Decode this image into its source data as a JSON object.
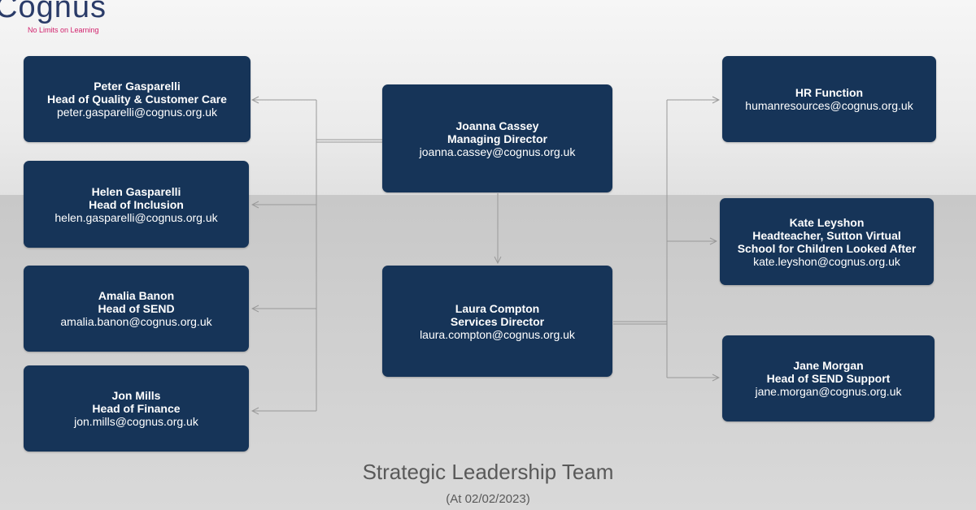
{
  "logo": {
    "name": "Cognus",
    "tagline": "No Limits on Learning"
  },
  "people": {
    "peter": {
      "name": "Peter Gasparelli",
      "role": "Head of Quality & Customer Care",
      "email": "peter.gasparelli@cognus.org.uk"
    },
    "helen": {
      "name": "Helen Gasparelli",
      "role": "Head of Inclusion",
      "email": "helen.gasparelli@cognus.org.uk"
    },
    "amalia": {
      "name": "Amalia Banon",
      "role": "Head of SEND",
      "email": "amalia.banon@cognus.org.uk"
    },
    "jon": {
      "name": "Jon Mills",
      "role": "Head of Finance",
      "email": "jon.mills@cognus.org.uk"
    },
    "joanna": {
      "name": "Joanna Cassey",
      "role": "Managing Director",
      "email": "joanna.cassey@cognus.org.uk"
    },
    "laura": {
      "name": "Laura Compton",
      "role": "Services Director",
      "email": "laura.compton@cognus.org.uk"
    },
    "hr": {
      "name": "HR Function",
      "email": "humanresources@cognus.org.uk"
    },
    "kate": {
      "name": "Kate Leyshon",
      "role_line1": "Headteacher, Sutton Virtual",
      "role_line2": "School for Children Looked After",
      "email": "kate.leyshon@cognus.org.uk"
    },
    "jane": {
      "name": "Jane Morgan",
      "role": "Head of SEND Support",
      "email": "jane.morgan@cognus.org.uk"
    }
  },
  "footer": {
    "title": "Strategic Leadership Team",
    "date": "(At 02/02/2023)"
  },
  "colors": {
    "box": "#163458",
    "connector": "#999999",
    "tagline": "#d2216c",
    "logo": "#2a3b68"
  }
}
